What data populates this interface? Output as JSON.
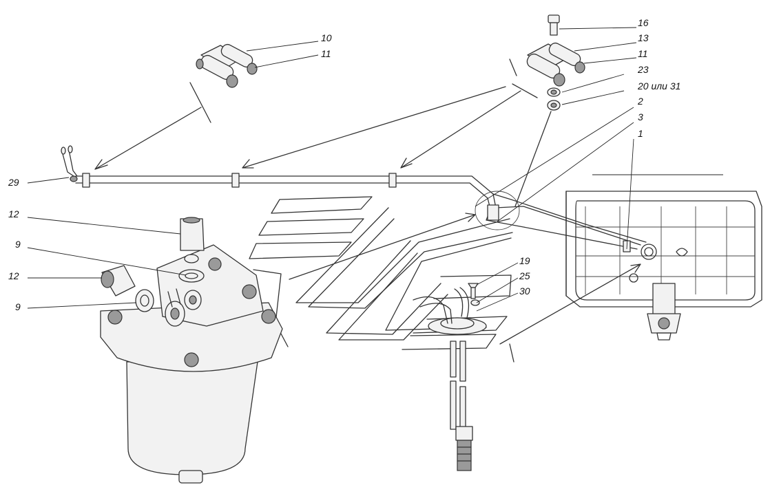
{
  "callouts": [
    {
      "id": "c10",
      "text": "10"
    },
    {
      "id": "c11a",
      "text": "11"
    },
    {
      "id": "c16",
      "text": "16"
    },
    {
      "id": "c13",
      "text": "13"
    },
    {
      "id": "c11b",
      "text": "11"
    },
    {
      "id": "c23",
      "text": "23"
    },
    {
      "id": "c20",
      "text": "20 или 31"
    },
    {
      "id": "c2",
      "text": "2"
    },
    {
      "id": "c3",
      "text": "3"
    },
    {
      "id": "c1",
      "text": "1"
    },
    {
      "id": "c29",
      "text": "29"
    },
    {
      "id": "c12a",
      "text": "12"
    },
    {
      "id": "c9a",
      "text": "9"
    },
    {
      "id": "c12b",
      "text": "12"
    },
    {
      "id": "c9b",
      "text": "9"
    },
    {
      "id": "c19",
      "text": "19"
    },
    {
      "id": "c25",
      "text": "25"
    },
    {
      "id": "c30",
      "text": "30"
    }
  ]
}
